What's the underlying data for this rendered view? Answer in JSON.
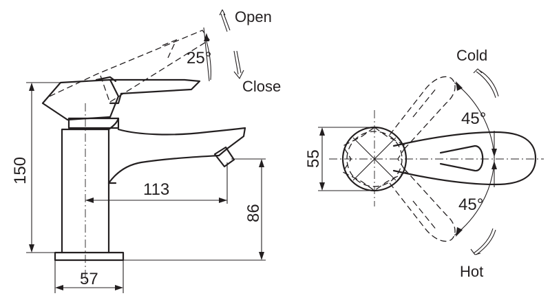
{
  "side_view": {
    "open_label": "Open",
    "close_label": "Close",
    "lever_angle": "25°",
    "height": "150",
    "reach": "113",
    "spout_height": "86",
    "base_width": "57"
  },
  "top_view": {
    "body_diameter": "55",
    "cold_label": "Cold",
    "hot_label": "Hot",
    "cold_angle": "45°",
    "hot_angle": "45°"
  }
}
